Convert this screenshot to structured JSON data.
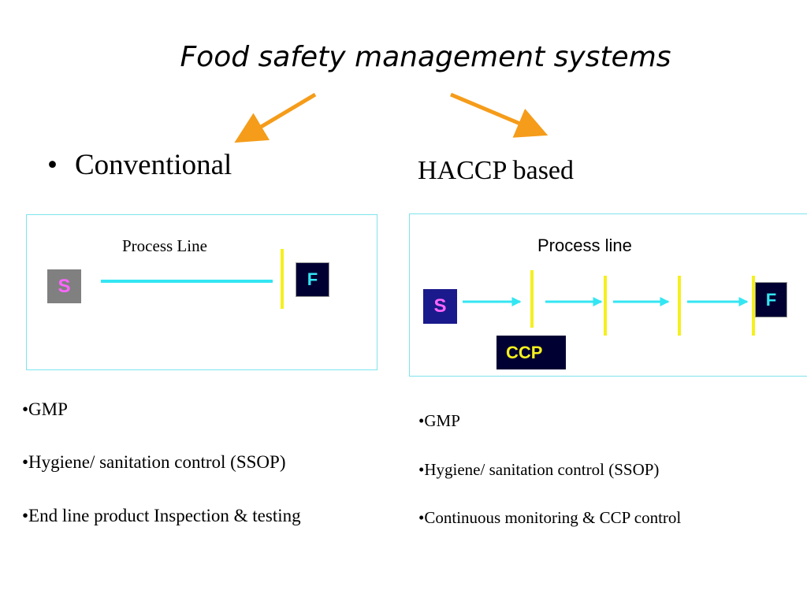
{
  "title": "Food safety management systems",
  "left": {
    "heading": "Conventional",
    "process_label": "Process Line",
    "start_label": "S",
    "finish_label": "F",
    "items": [
      "•GMP",
      "•Hygiene/ sanitation control (SSOP)",
      "•End line product Inspection & testing"
    ]
  },
  "right": {
    "heading": "HACCP based",
    "process_label": "Process line",
    "start_label": "S",
    "finish_label": "F",
    "ccp_label": "CCP",
    "items": [
      "•GMP",
      "•Hygiene/ sanitation control (SSOP)",
      "•Continuous monitoring &  CCP control"
    ]
  },
  "colors": {
    "arrow_orange": "#f59c1a",
    "flow_cyan": "#33e6f2",
    "ccp_yellow": "#f5f01e",
    "panel_border": "#7fe3ee",
    "left_start_fill": "#808080",
    "left_start_text": "#ff66ff",
    "right_start_fill": "#1a1a8c",
    "right_start_text": "#ff66ff",
    "finish_fill": "#000033",
    "finish_text": "#33e6f2",
    "ccp_fill": "#000033",
    "ccp_text": "#f5f01e"
  }
}
